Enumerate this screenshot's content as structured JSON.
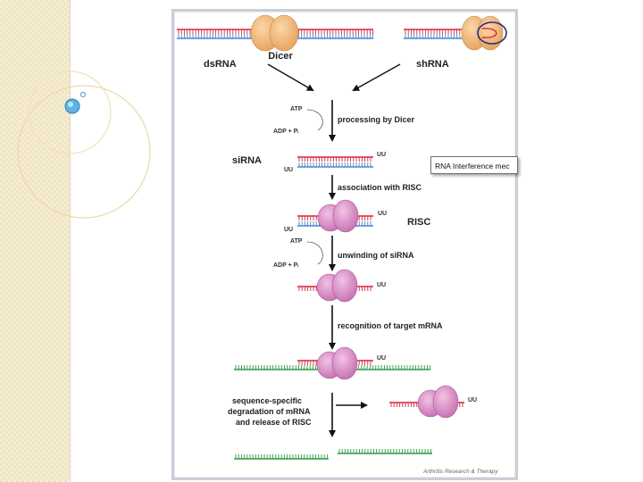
{
  "figure": {
    "labels": {
      "dicer": "Dicer",
      "dsrna": "dsRNA",
      "shrna": "shRNA",
      "sirna": "siRNA",
      "risc": "RISC",
      "atp_1": "ATP",
      "adp_1": "ADP + Pᵢ",
      "atp_2": "ATP",
      "adp_2": "ADP + Pᵢ",
      "uu_sirna_top": "UU",
      "uu_sirna_bottom": "UU",
      "uu_risc_top": "UU",
      "uu_risc_bottom": "UU",
      "uu_single": "UU",
      "uu_target": "UU",
      "uu_release": "UU",
      "credit": "Arthritis Research & Therapy"
    },
    "steps": {
      "processing": "processing by Dicer",
      "association": "association with RISC",
      "unwinding": "unwinding of siRNA",
      "recognition": "recognition of target mRNA",
      "degradation_1": "sequence-specific",
      "degradation_2": "degradation of mRNA",
      "degradation_3": "and release of RISC"
    }
  },
  "tooltip": {
    "text": "RNA Interference mec"
  },
  "colors": {
    "dicer": "#f0b77a",
    "risc": "#d98cc4",
    "guide_strand": "#d6293c",
    "passenger_strand": "#4a86c8",
    "target_mrna": "#2e9a47",
    "side_strip": "#f6edd2",
    "frame_border": "#c9cfd6",
    "hairpin_circle": "#2b2b8c",
    "deco_circle": "#4a9fd8"
  }
}
